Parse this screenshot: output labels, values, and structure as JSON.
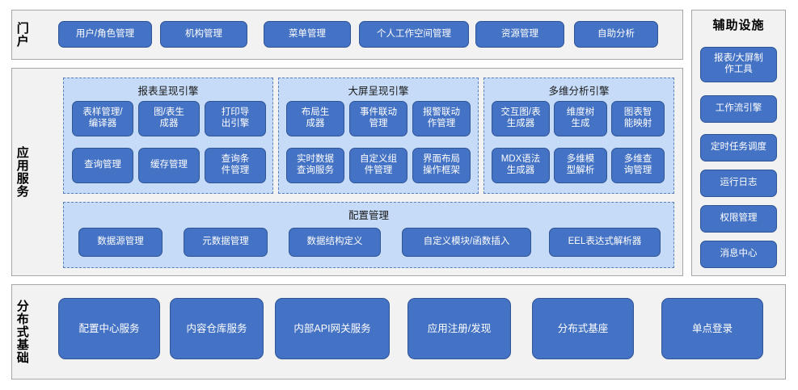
{
  "colors": {
    "chip_fill": "#4472C4",
    "chip_border": "#2F5597",
    "panel_fill": "#F2F2F2",
    "panel_border": "#A6A6A6",
    "group_fill": "#C5DBF7",
    "group_border": "#5B7FB8",
    "page_bg": "#FFFFFF"
  },
  "bands": {
    "portal": {
      "label": "门户"
    },
    "application": {
      "label": "应用服务"
    },
    "infrastructure": {
      "label": "分布式基础"
    },
    "auxiliary": {
      "label": "辅助设施"
    }
  },
  "portal": {
    "items": [
      {
        "label": "用户/角色管理"
      },
      {
        "label": "机构管理"
      },
      {
        "label": "菜单管理"
      },
      {
        "label": "个人工作空间管理"
      },
      {
        "label": "资源管理"
      },
      {
        "label": "自助分析"
      }
    ]
  },
  "application": {
    "groups": [
      {
        "title": "报表呈现引擎",
        "items": [
          {
            "label": "表样管理/\n编译器"
          },
          {
            "label": "图/表生\n成器"
          },
          {
            "label": "打印导\n出引擎"
          },
          {
            "label": "查询管理"
          },
          {
            "label": "缓存管理"
          },
          {
            "label": "查询条\n件管理"
          }
        ]
      },
      {
        "title": "大屏呈现引擎",
        "items": [
          {
            "label": "布局生\n成器"
          },
          {
            "label": "事件联动\n管理"
          },
          {
            "label": "报警联动\n作管理"
          },
          {
            "label": "实时数据\n查询服务"
          },
          {
            "label": "自定义组\n件管理"
          },
          {
            "label": "界面布局\n操作框架"
          }
        ]
      },
      {
        "title": "多维分析引擎",
        "items": [
          {
            "label": "交互图/表\n生成器"
          },
          {
            "label": "维度树\n生成"
          },
          {
            "label": "图表智\n能映射"
          },
          {
            "label": "MDX语法\n生成器"
          },
          {
            "label": "多维模\n型解析"
          },
          {
            "label": "多维查\n询管理"
          }
        ]
      },
      {
        "title": "配置管理",
        "items": [
          {
            "label": "数据源管理"
          },
          {
            "label": "元数据管理"
          },
          {
            "label": "数据结构定义"
          },
          {
            "label": "自定义模块/函数插入"
          },
          {
            "label": "EEL表达式解析器"
          }
        ]
      }
    ]
  },
  "infrastructure": {
    "items": [
      {
        "label": "配置中心服务"
      },
      {
        "label": "内容仓库服务"
      },
      {
        "label": "内部API网关服务"
      },
      {
        "label": "应用注册/发现"
      },
      {
        "label": "分布式基座"
      },
      {
        "label": "单点登录"
      }
    ]
  },
  "auxiliary": {
    "items": [
      {
        "label": "报表/大屏制\n作工具"
      },
      {
        "label": "工作流引擎"
      },
      {
        "label": "定时任务调度"
      },
      {
        "label": "运行日志"
      },
      {
        "label": "权限管理"
      },
      {
        "label": "消息中心"
      }
    ]
  }
}
